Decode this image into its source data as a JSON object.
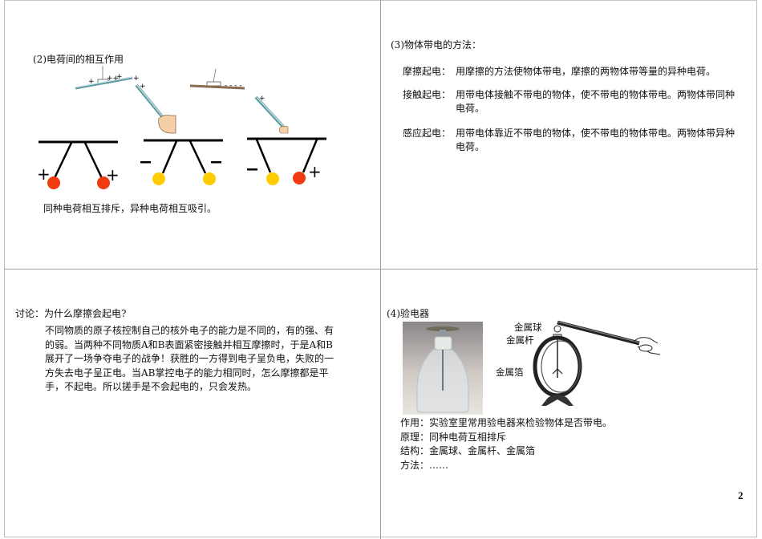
{
  "page_number": "2",
  "panel_interaction": {
    "heading": "(2)电荷间的相互作用",
    "caption": "同种电荷相互排斥，异种电荷相互吸引。",
    "diagram": {
      "rod1_charges": "+ +++ + +",
      "rod2_charges": "- - - -",
      "rod_tip_charge": "+",
      "pendulum_pairs": [
        {
          "left_sign": "+",
          "right_sign": "+",
          "left_color": "#f03a10",
          "right_color": "#f03a10"
        },
        {
          "left_sign": "−",
          "right_sign": "−",
          "left_color": "#ffcc00",
          "right_color": "#ffcc00"
        },
        {
          "left_sign": "−",
          "right_sign": "+",
          "left_color": "#ffcc00",
          "right_color": "#f03a10"
        }
      ]
    }
  },
  "panel_methods": {
    "heading": "(3)物体带电的方法：",
    "items": [
      {
        "term": "摩擦起电：",
        "desc": "用摩擦的方法使物体带电，摩擦的两物体带等量的异种电荷。"
      },
      {
        "term": "接触起电：",
        "desc": "用带电体接触不带电的物体，使不带电的物体带电。两物体带同种电荷。"
      },
      {
        "term": "感应起电：",
        "desc": "用带电体靠近不带电的物体，使不带电的物体带电。两物体带异种电荷。"
      }
    ]
  },
  "panel_discussion": {
    "question": "讨论：为什么摩擦会起电?",
    "lines": [
      "不同物质的原子核控制自己的核外电子的能力是不同的，有的强、有",
      "的弱。当两种不同物质A和B表面紧密接触并相互摩擦时，于是A和B",
      "展开了一场争夺电子的战争！获胜的一方得到电子呈负电，失败的一",
      "方失去电子呈正电。当AB掌控电子的能力相同时，怎么摩擦都是平",
      "手，不起电。所以搓手是不会起电的，只会发热。"
    ]
  },
  "panel_electroscope": {
    "heading": "(4)验电器",
    "diagram_labels": {
      "ball": "金属球",
      "rod": "金属杆",
      "foil": "金属箔"
    },
    "facts": [
      {
        "term": "作用：",
        "desc": "实验室里常用验电器来检验物体是否带电。"
      },
      {
        "term": "原理：",
        "desc": "同种电荷互相排斥"
      },
      {
        "term": "结构：",
        "desc": "金属球、金属杆、金属箔"
      },
      {
        "term": "方法：",
        "desc": "……"
      }
    ]
  }
}
